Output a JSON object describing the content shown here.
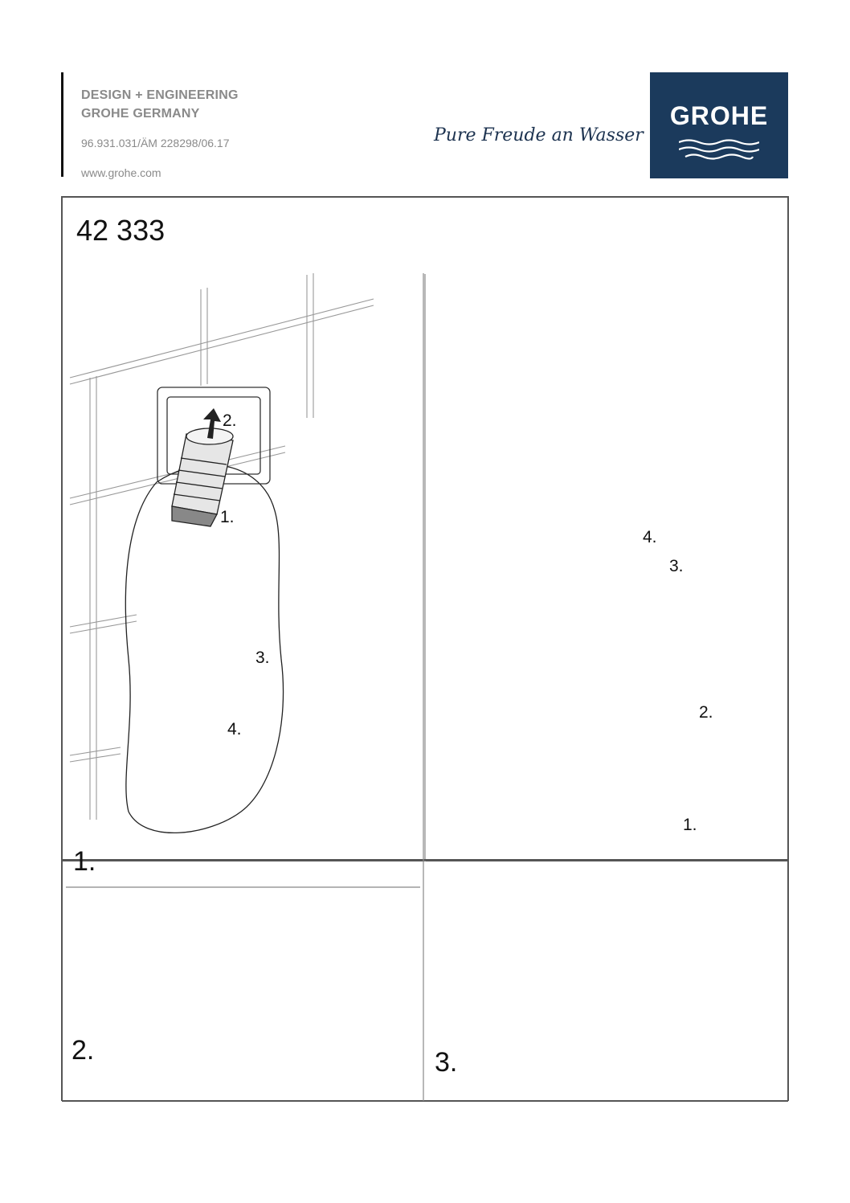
{
  "header": {
    "line1": "DESIGN + ENGINEERING",
    "line2": "GROHE GERMANY",
    "doc_number": "96.931.031/ÄM 228298/06.17",
    "website": "www.grohe.com"
  },
  "slogan": "Pure Freude an Wasser",
  "logo": {
    "text": "GROHE",
    "background": "#1b3a5c",
    "icon": "grohe-waves-icon"
  },
  "part_number": "42 333",
  "steps": {
    "one": {
      "label": "1.",
      "callouts": [
        "2.",
        "1.",
        "3.",
        "4."
      ]
    },
    "two": {
      "label": "2."
    },
    "three": {
      "label": "3.",
      "callouts": [
        "4.",
        "3.",
        "2.",
        "1."
      ]
    }
  }
}
